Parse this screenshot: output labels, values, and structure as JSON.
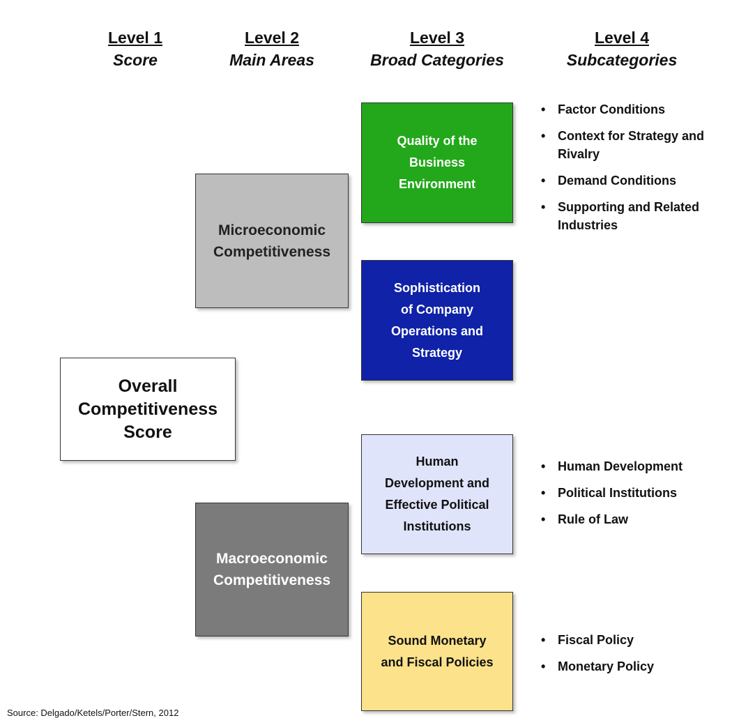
{
  "headers": [
    {
      "level": "Level 1",
      "name": "Score"
    },
    {
      "level": "Level 2",
      "name": "Main Areas"
    },
    {
      "level": "Level 3",
      "name": "Broad Categories"
    },
    {
      "level": "Level 4",
      "name": "Subcategories"
    }
  ],
  "overall": {
    "lines": [
      "Overall",
      "Competitiveness",
      "Score"
    ]
  },
  "main_areas": {
    "micro": {
      "lines": [
        "Microeconomic",
        "Competitiveness"
      ],
      "color": "#bdbdbd"
    },
    "macro": {
      "lines": [
        "Macroeconomic",
        "Competitiveness"
      ],
      "color": "#7b7b7b"
    }
  },
  "categories": {
    "quality": {
      "lines": [
        "Quality of the",
        "Business",
        "Environment"
      ],
      "color": "#22a81a"
    },
    "sophistication": {
      "lines": [
        "Sophistication",
        "of Company",
        "Operations and",
        "Strategy"
      ],
      "color": "#0f22a8"
    },
    "human": {
      "lines": [
        "Human",
        "Development and",
        "Effective Political",
        "Institutions"
      ],
      "color": "#dfe4fb"
    },
    "sound": {
      "lines": [
        "Sound Monetary",
        "and Fiscal Policies"
      ],
      "color": "#fce28a"
    }
  },
  "subcategories": {
    "quality": [
      "Factor Conditions",
      "Context for Strategy and Rivalry",
      "Demand Conditions",
      "Supporting and Related Industries"
    ],
    "human": [
      "Human Development",
      "Political Institutions",
      "Rule of Law"
    ],
    "sound": [
      "Fiscal Policy",
      "Monetary Policy"
    ]
  },
  "source": "Source: Delgado/Ketels/Porter/Stern, 2012"
}
